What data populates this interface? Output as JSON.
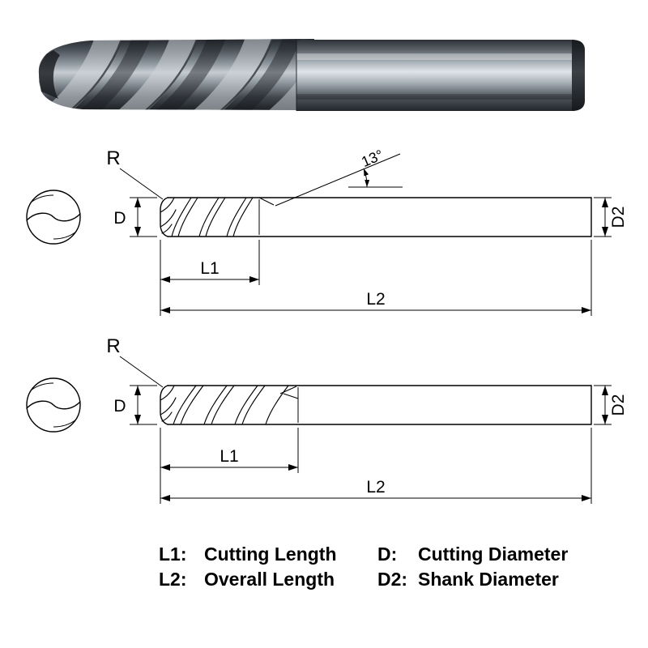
{
  "diagram1": {
    "r_label": "R",
    "angle_label": "13°",
    "d_label": "D",
    "d2_label": "D2",
    "l1_label": "L1",
    "l2_label": "L2"
  },
  "diagram2": {
    "r_label": "R",
    "d_label": "D",
    "d2_label": "D2",
    "l1_label": "L1",
    "l2_label": "L2"
  },
  "legend": {
    "l1_key": "L1:",
    "l1_value": "Cutting Length",
    "l2_key": "L2:",
    "l2_value": "Overall Length",
    "d_key": "D:",
    "d_value": "Cutting Diameter",
    "d2_key": "D2:",
    "d2_value": "Shank Diameter"
  }
}
